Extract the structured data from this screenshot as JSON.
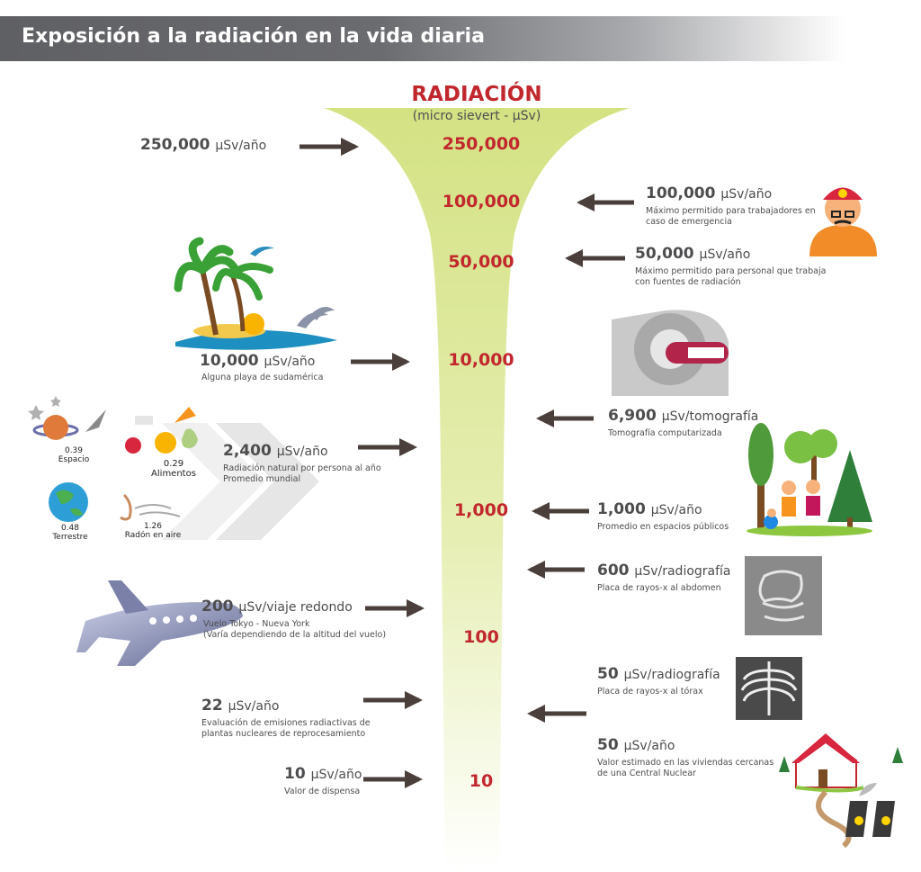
{
  "title": "Exposición a la radiación en la vida diaria",
  "scale": {
    "heading": "RADIACIÓN",
    "subheading": "(micro sievert - μSv)",
    "levels": [
      "250,000",
      "100,000",
      "50,000",
      "10,000",
      "1,000",
      "100",
      "10"
    ]
  },
  "items": {
    "i250k": {
      "value": "250,000",
      "unit": "μSv/año"
    },
    "i100k": {
      "value": "100,000",
      "unit": "μSv/año",
      "desc1": "Máximo permitido para trabajadores en",
      "desc2": "caso de emergencia"
    },
    "i50k": {
      "value": "50,000",
      "unit": "μSv/año",
      "desc1": "Máximo permitido para personal que trabaja",
      "desc2": "con fuentes de radiación"
    },
    "i10k": {
      "value": "10,000",
      "unit": "μSv/año",
      "desc1": "Alguna playa de sudamérica"
    },
    "i6900": {
      "value": "6,900",
      "unit": "μSv/tomografía",
      "desc1": "Tomografía computarizada"
    },
    "i2400": {
      "value": "2,400",
      "unit": "μSv/año",
      "desc1": "Radiación natural por persona al año",
      "desc2": "Promedio mundial"
    },
    "i1000": {
      "value": "1,000",
      "unit": "μSv/año",
      "desc1": "Promedio en espacios públicos"
    },
    "i600": {
      "value": "600",
      "unit": "μSv/radiografía",
      "desc1": "Placa de rayos-x al abdomen"
    },
    "i200": {
      "value": "200",
      "unit": "μSv/viaje redondo",
      "desc1": "Vuelo Tokyo - Nueva York",
      "desc2": "(Varía dependiendo de la altitud del vuelo)"
    },
    "i50x": {
      "value": "50",
      "unit": "μSv/radiografía",
      "desc1": "Placa de rayos-x al tórax"
    },
    "i22": {
      "value": "22",
      "unit": "μSv/año",
      "desc1": "Evaluación de emisiones radiactivas de",
      "desc2": "plantas nucleares de reprocesamiento"
    },
    "i50n": {
      "value": "50",
      "unit": "μSv/año",
      "desc1": "Valor estimado en las viviendas cercanas",
      "desc2": "de una Central Nuclear"
    },
    "i10": {
      "value": "10",
      "unit": "μSv/año",
      "desc1": "Valor de dispensa"
    }
  },
  "natural": {
    "espacio": {
      "value": "0.39",
      "label": "Espacio"
    },
    "alimentos": {
      "value": "0.29",
      "label": "Alimentos"
    },
    "terrestre": {
      "value": "0.48",
      "label": "Terrestre"
    },
    "radon": {
      "value": "1.26",
      "label": "Radón en aire"
    }
  },
  "colors": {
    "accent": "#c1272d",
    "funnel_top": "#d7e58a",
    "funnel_bottom": "#ffffff",
    "arrow": "#4a3f3a",
    "text": "#4d4d4f"
  }
}
